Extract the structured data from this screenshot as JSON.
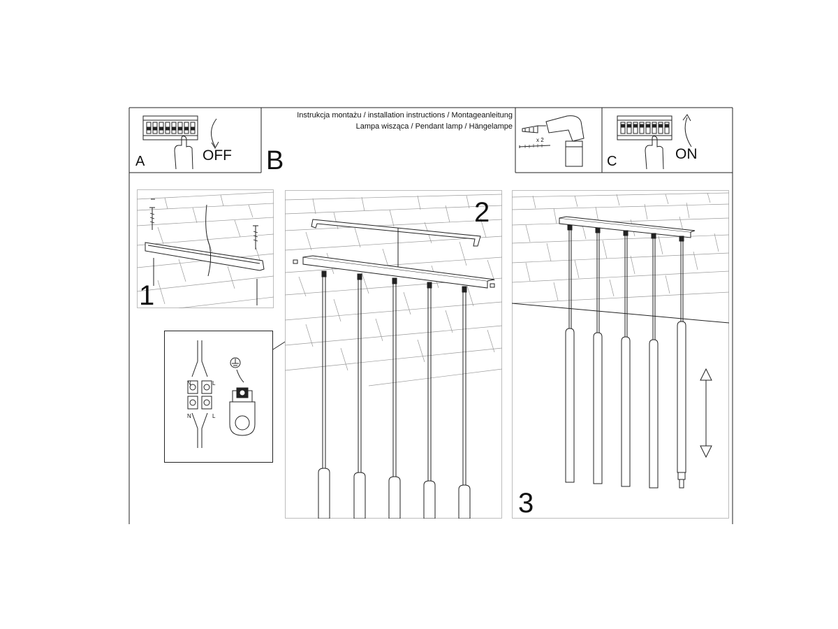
{
  "header": {
    "line1": "Instrukcja montażu / installation instructions / Montageanleitung",
    "line2": "Lampa wisząca / Pendant lamp / Hängelampe"
  },
  "steps": {
    "a_label": "A",
    "a_action": "OFF",
    "b_label": "B",
    "c_label": "C",
    "c_action": "ON",
    "drill_count": "x 2",
    "step1": "1",
    "step2": "2",
    "step3": "3"
  },
  "wiring": {
    "n_top": "N",
    "l_top": "L",
    "n_bottom": "N",
    "l_bottom": "L"
  },
  "colors": {
    "line": "#222222",
    "plank": "#9a9a9a",
    "panel_border": "#bdbdbd"
  }
}
